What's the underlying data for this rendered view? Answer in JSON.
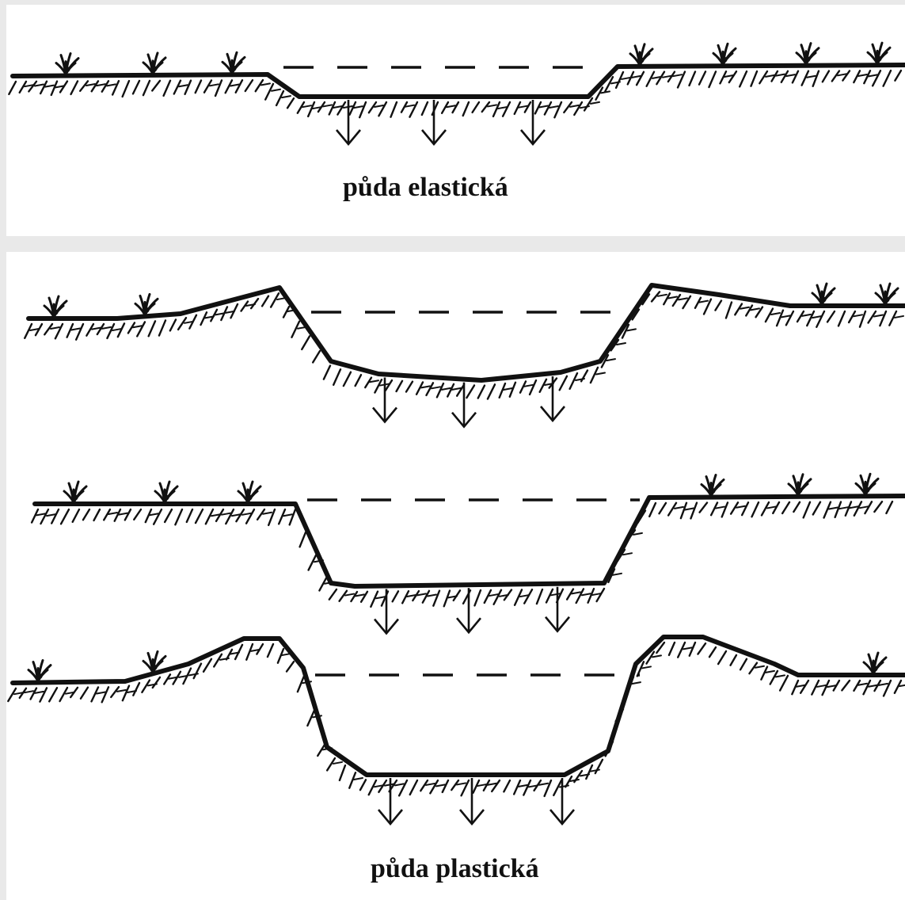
{
  "captions": {
    "elastic": "půda elastická",
    "plastic": "půda plastická"
  },
  "colors": {
    "page_background": "#e9e9e9",
    "panel_background": "#ffffff",
    "ink": "#111111"
  },
  "icons": {
    "vegetation": "grass-tuft-icon",
    "water_level": "dashed-line",
    "pressure": "down-arrow-icon",
    "soil": "soil-hatching"
  }
}
